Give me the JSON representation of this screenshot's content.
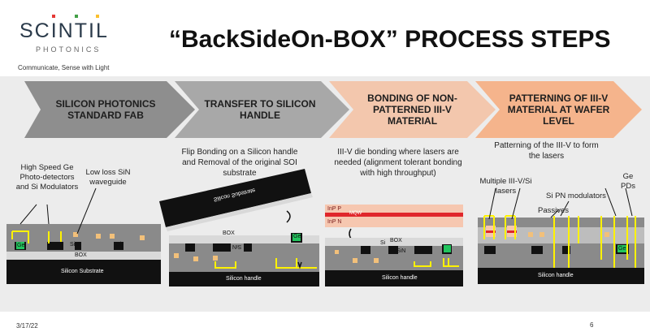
{
  "logo": {
    "name": "SCINTIL",
    "sub": "PHOTONICS",
    "dots": [
      "#e53935",
      "#43a047",
      "#fbc02d"
    ]
  },
  "tagline": "Communicate, Sense with Light",
  "title": "“BackSideOn-BOX” PROCESS STEPS",
  "steps": [
    {
      "label": "SILICON PHOTONICS STANDARD FAB",
      "color": "#8e8e8e"
    },
    {
      "label": "TRANSFER TO SILICON HANDLE",
      "color": "#a8a8a8"
    },
    {
      "label": "BONDING OF NON-PATTERNED III-V MATERIAL",
      "color": "#f3c7ad"
    },
    {
      "label": "PATTERNING OF III-V MATERIAL AT WAFER LEVEL",
      "color": "#f5b48c"
    }
  ],
  "step_descriptions": [
    "",
    "Flip Bonding on a Silicon handle and Removal of the original SOI substrate",
    "III-V die bonding where lasers are needed (alignment tolerant bonding with high throughput)",
    "Patterning of the III-V to form the lasers"
  ],
  "panel1": {
    "callout_ge": "High Speed Ge Photo-detectors and Si Modulators",
    "callout_sin": "Low loss SiN waveguide",
    "label_ge": "Ge",
    "label_sin": "SiN",
    "label_si": "Si",
    "label_box": "BOX",
    "substrate": "Silicon Substrate"
  },
  "panel2": {
    "flipped_substrate": "Silicon Substrate",
    "label_box": "BOX",
    "label_sin": "SiN",
    "label_si": "Si",
    "label_ge": "Ge",
    "handle": "Silicon handle"
  },
  "panel3": {
    "inp_p": "InP P",
    "mqw": "MQW",
    "inp_n": "InP N",
    "label_box": "BOX",
    "label_sin": "SiN",
    "label_si": "Si",
    "handle": "Silicon handle"
  },
  "panel4": {
    "callout_lasers": "Multiple III-V/Si lasers",
    "callout_mod": "Si PN modulators",
    "callout_ge": "Ge PDs",
    "callout_passives": "Passives",
    "label_ge": "Ge",
    "handle": "Silicon handle"
  },
  "footer": {
    "date": "3/17/22",
    "page": "6"
  },
  "colors": {
    "yellow": "#fff200",
    "green": "#22c55e",
    "gray": "#8a8a8a",
    "black": "#111111",
    "tan": "#f2c07a",
    "red": "#e0262b"
  }
}
